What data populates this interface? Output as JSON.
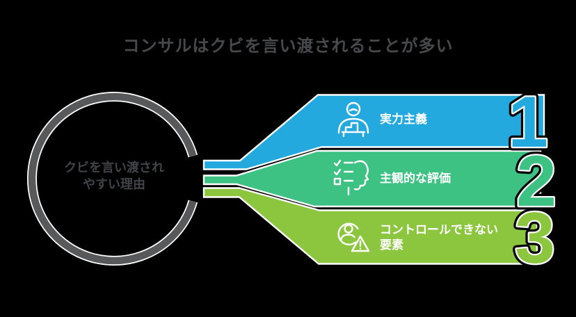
{
  "title": "コンサルはクビを言い渡されることが多い",
  "circle": {
    "label_line1": "クビを言い渡され",
    "label_line2": "やすい理由"
  },
  "items": [
    {
      "number": "1",
      "label": "実力主義",
      "color": "#23a9de",
      "icon": "person-chart-icon"
    },
    {
      "number": "2",
      "label": "主観的な評価",
      "color": "#3ec283",
      "icon": "head-checklist-icon"
    },
    {
      "number": "3",
      "label": "コントロールできない要素",
      "color": "#8cc63f",
      "icon": "person-warning-icon"
    }
  ],
  "colors": {
    "background": "#000000",
    "ring": "#58595b",
    "outline": "#ffffff",
    "title_text": "#47494c",
    "circle_text": "#404347",
    "item1_blue": "#23a9de",
    "item2_green": "#3ec283",
    "item3_lightgreen": "#8cc63f"
  }
}
